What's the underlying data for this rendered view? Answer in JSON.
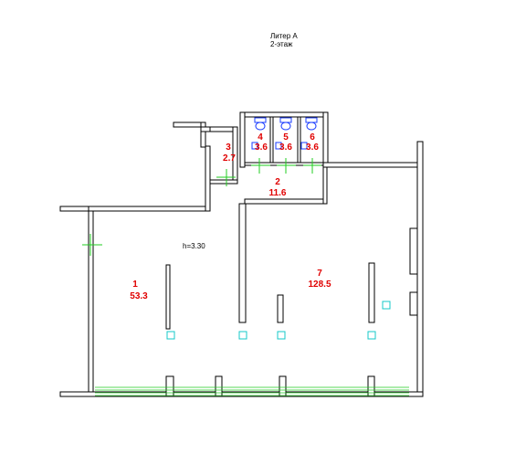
{
  "header": {
    "line1": "Литер А",
    "line2": "2-этаж"
  },
  "height_label": "h=3.30",
  "rooms": [
    {
      "num": "1",
      "area": "53.3"
    },
    {
      "num": "2",
      "area": "11.6"
    },
    {
      "num": "3",
      "area": "2.7"
    },
    {
      "num": "4",
      "area": "3.6"
    },
    {
      "num": "5",
      "area": "3.6"
    },
    {
      "num": "6",
      "area": "3.6"
    },
    {
      "num": "7",
      "area": "128.5"
    }
  ],
  "colors": {
    "walls": "#000000",
    "labels": "#e00000",
    "doors_windows": "#22cc22",
    "markers": "#14c8c8",
    "plumbing": "#1a3cff"
  }
}
